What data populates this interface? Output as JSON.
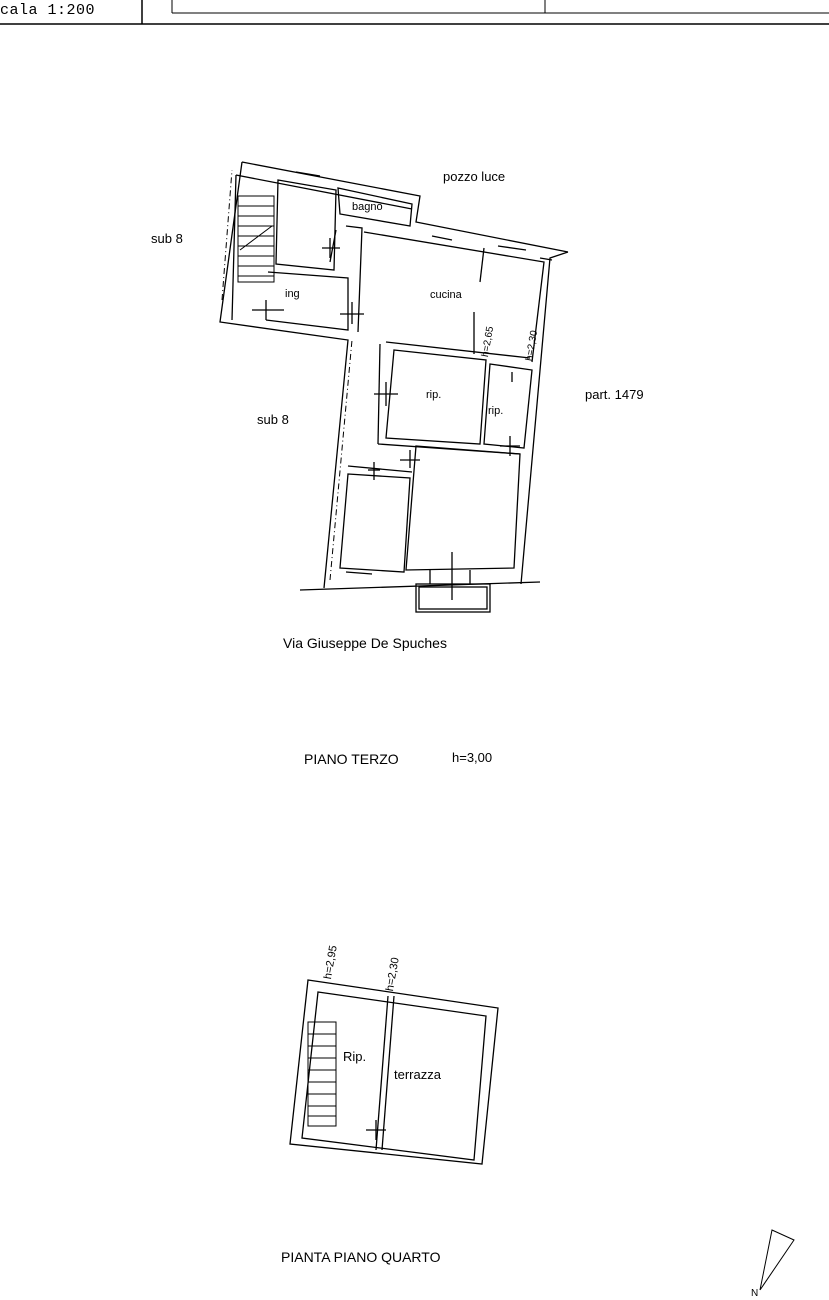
{
  "header": {
    "scale": "cala 1:200"
  },
  "floor3": {
    "labels": {
      "pozzo_luce": "pozzo luce",
      "bagno": "bagno",
      "sub8_top": "sub 8",
      "ing": "ing",
      "cucina": "cucina",
      "h265": "h=2,65",
      "h230": "h=2,30",
      "rip1": "rip.",
      "rip2": "rip.",
      "part": "part. 1479",
      "sub8_mid": "sub 8",
      "street": "Via Giuseppe De Spuches"
    },
    "title": "PIANO TERZO",
    "height": "h=3,00"
  },
  "floor4": {
    "labels": {
      "h295": "h=2,95",
      "h230": "h=2,30",
      "rip": "Rip.",
      "terrazza": "terrazza"
    },
    "title": "PIANTA PIANO QUARTO"
  },
  "north": {
    "label": "N"
  }
}
